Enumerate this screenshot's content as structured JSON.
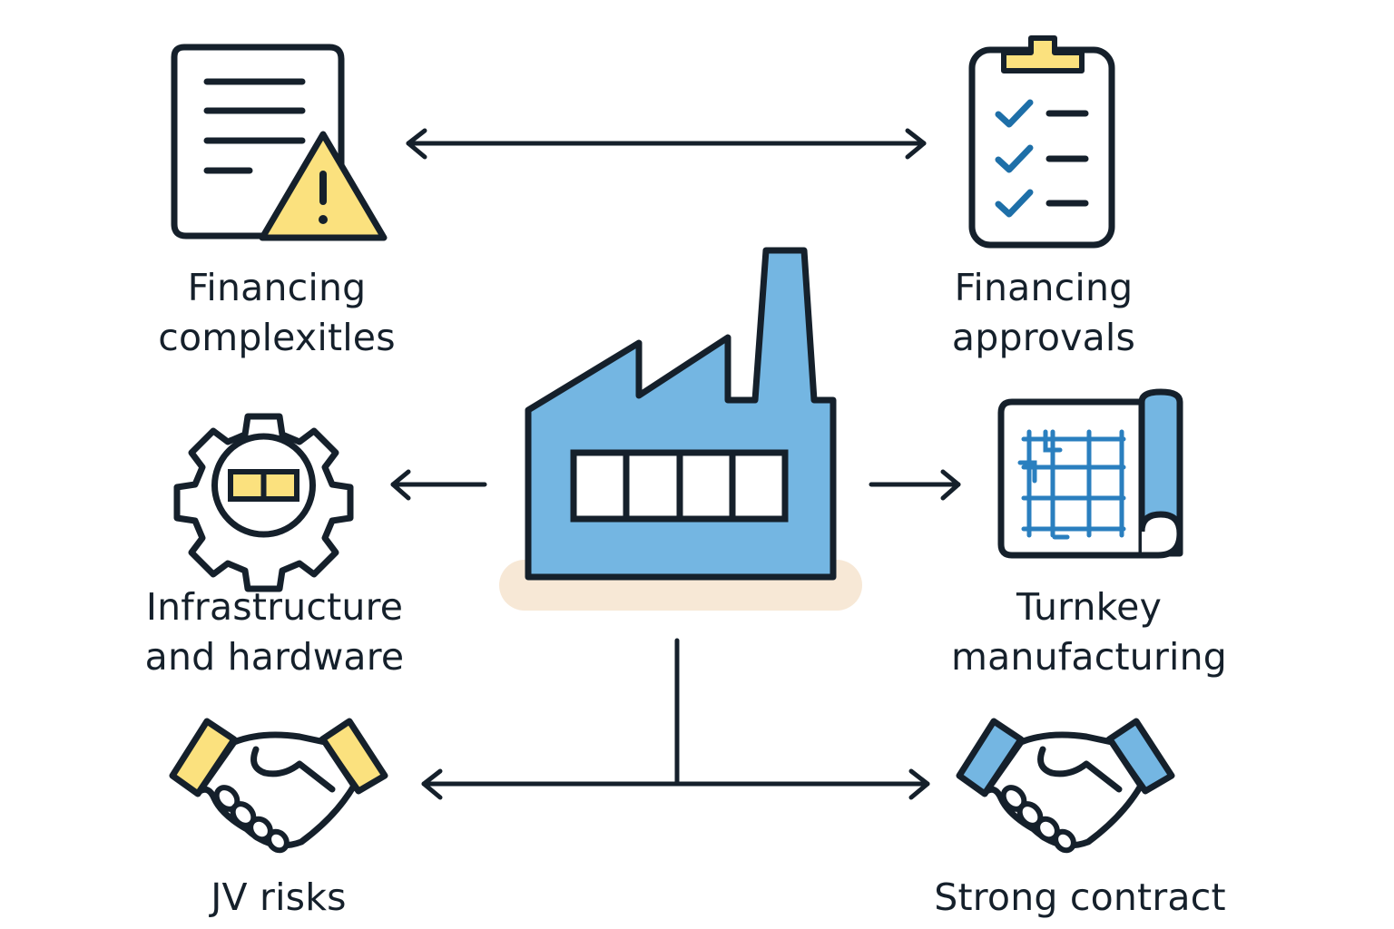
{
  "nodes": {
    "financing_complexities": {
      "line1": "Financing",
      "line2": "complexitles",
      "icon": "document-warning-icon"
    },
    "financing_approvals": {
      "line1": "Financing",
      "line2": "approvals",
      "icon": "clipboard-checklist-icon"
    },
    "infrastructure_hardware": {
      "line1": "Infrastructure",
      "line2": "and hardware",
      "icon": "gear-icon"
    },
    "turnkey_manufacturing": {
      "line1": "Turnkey",
      "line2": "manufacturing",
      "icon": "blueprint-icon"
    },
    "jv_risks": {
      "line1": "JV risks",
      "icon": "handshake-icon"
    },
    "strong_contract": {
      "line1": "Strong contract",
      "icon": "handshake-icon"
    },
    "center": {
      "icon": "factory-icon"
    }
  },
  "colors": {
    "ink": "#15202b",
    "blue": "#74b6e2",
    "blue_dark": "#1e6fa8",
    "yellow": "#fbe17e",
    "shadow": "#f7e8d6"
  }
}
